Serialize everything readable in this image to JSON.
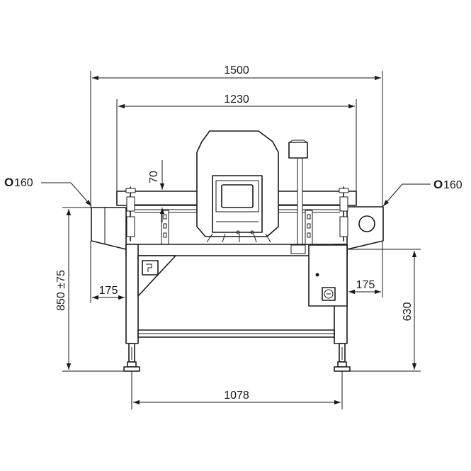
{
  "dimensions": {
    "overall_width": "1500",
    "frame_width": "1230",
    "left_offset": "175",
    "right_offset": "175",
    "feet_span": "1078",
    "conveyor_height": "850 ±75",
    "control_height": "630",
    "pipe_offset": "70"
  },
  "roller_left": {
    "symbol": "O",
    "value": "160"
  },
  "roller_right": {
    "symbol": "O",
    "value": "160"
  },
  "colors": {
    "line": "#1a1a1a",
    "background": "#ffffff"
  },
  "icons": [
    "power-plug-icon",
    "main-switch-icon"
  ]
}
